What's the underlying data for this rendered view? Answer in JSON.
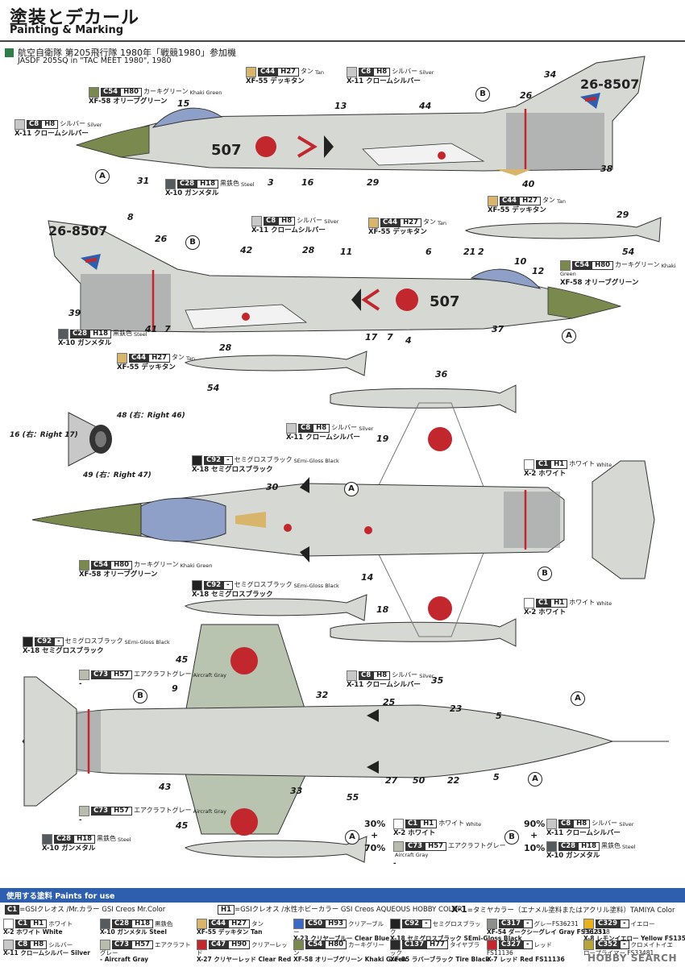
{
  "header": {
    "title_jp": "塗装とデカール",
    "title_en": "Painting & Marking",
    "unit_jp": "航空自衛隊 第205飛行隊 1980年「戦競1980」参加機",
    "unit_en": "JASDF 205SQ in \"TAC MEET 1980\", 1980"
  },
  "callouts": [
    {
      "id": "c54-top",
      "gsi": "C54",
      "h": "H80",
      "jp": "カーキグリーン",
      "en": "Khaki Green",
      "x": "XF-58 オリーブグリーン",
      "color": "#7a8a4e"
    },
    {
      "id": "c8-top-left",
      "gsi": "C8",
      "h": "H8",
      "jp": "シルバー",
      "en": "Silver",
      "x": "X-11 クロームシルバー",
      "color": "#c8c8c8"
    },
    {
      "id": "c44-top",
      "gsi": "C44",
      "h": "H27",
      "jp": "タン",
      "en": "Tan",
      "x": "XF-55 デッキタン",
      "color": "#d9b56c"
    },
    {
      "id": "c8-top-right",
      "gsi": "C8",
      "h": "H8",
      "jp": "シルバー",
      "en": "Silver",
      "x": "X-11 クロームシルバー",
      "color": "#c8c8c8"
    },
    {
      "id": "c28-top",
      "gsi": "C28",
      "h": "H18",
      "jp": "黒鉄色",
      "en": "Steel",
      "x": "X-10 ガンメタル",
      "color": "#555a5e"
    },
    {
      "id": "c44-mid",
      "gsi": "C44",
      "h": "H27",
      "jp": "タン",
      "en": "Tan",
      "x": "XF-55 デッキタン",
      "color": "#d9b56c"
    },
    {
      "id": "c8-mid",
      "gsi": "C8",
      "h": "H8",
      "jp": "シルバー",
      "en": "Silver",
      "x": "X-11 クロームシルバー",
      "color": "#c8c8c8"
    },
    {
      "id": "c44-mid2",
      "gsi": "C44",
      "h": "H27",
      "jp": "タン",
      "en": "Tan",
      "x": "XF-55 デッキタン",
      "color": "#d9b56c"
    },
    {
      "id": "c54-mid",
      "gsi": "C54",
      "h": "H80",
      "jp": "カーキグリーン",
      "en": "Khaki Green",
      "x": "XF-58 オリーブグリーン",
      "color": "#7a8a4e"
    },
    {
      "id": "c28-mid",
      "gsi": "C28",
      "h": "H18",
      "jp": "黒鉄色",
      "en": "Steel",
      "x": "X-10 ガンメタル",
      "color": "#555a5e"
    },
    {
      "id": "c44-low",
      "gsi": "C44",
      "h": "H27",
      "jp": "タン",
      "en": "Tan",
      "x": "XF-55 デッキタン",
      "color": "#d9b56c"
    },
    {
      "id": "c8-top-view",
      "gsi": "C8",
      "h": "H8",
      "jp": "シルバー",
      "en": "Silver",
      "x": "X-11 クロームシルバー",
      "color": "#c8c8c8"
    },
    {
      "id": "c92-a",
      "gsi": "C92",
      "h": "-",
      "jp": "セミグロスブラック",
      "en": "SEmi-Gloss Black",
      "x": "X-18 セミグロスブラック",
      "color": "#222222"
    },
    {
      "id": "c1-a",
      "gsi": "C1",
      "h": "H1",
      "jp": "ホワイト",
      "en": "White",
      "x": "X-2 ホワイト",
      "color": "#ffffff"
    },
    {
      "id": "c54-top-view",
      "gsi": "C54",
      "h": "H80",
      "jp": "カーキグリーン",
      "en": "Khaki Green",
      "x": "XF-58 オリーブグリーン",
      "color": "#7a8a4e"
    },
    {
      "id": "c92-b",
      "gsi": "C92",
      "h": "-",
      "jp": "セミグロスブラック",
      "en": "SEmi-Gloss Black",
      "x": "X-18 セミグロスブラック",
      "color": "#222222"
    },
    {
      "id": "c1-b",
      "gsi": "C1",
      "h": "H1",
      "jp": "ホワイト",
      "en": "White",
      "x": "X-2 ホワイト",
      "color": "#ffffff"
    },
    {
      "id": "c92-c",
      "gsi": "C92",
      "h": "-",
      "jp": "セミグロスブラック",
      "en": "SEmi-Gloss Black",
      "x": "X-18 セミグロスブラック",
      "color": "#222222"
    },
    {
      "id": "c73-a",
      "gsi": "C73",
      "h": "H57",
      "jp": "エアクラフトグレー",
      "en": "Aircraft Gray",
      "x": "-",
      "color": "#b8bcae"
    },
    {
      "id": "c8-bottom",
      "gsi": "C8",
      "h": "H8",
      "jp": "シルバー",
      "en": "Silver",
      "x": "X-11 クロームシルバー",
      "color": "#c8c8c8"
    },
    {
      "id": "c73-b",
      "gsi": "C73",
      "h": "H57",
      "jp": "エアクラフトグレー",
      "en": "Aircraft Gray",
      "x": "-",
      "color": "#b8bcae"
    },
    {
      "id": "c28-bottom",
      "gsi": "C28",
      "h": "H18",
      "jp": "黒鉄色",
      "en": "Steel",
      "x": "X-10 ガンメタル",
      "color": "#555a5e"
    }
  ],
  "part_numbers": [
    "34",
    "26",
    "15",
    "13",
    "44",
    "3",
    "16",
    "29",
    "31",
    "40",
    "38",
    "8",
    "26",
    "29",
    "54",
    "42",
    "28",
    "11",
    "6",
    "21",
    "2",
    "10",
    "12",
    "39",
    "41",
    "7",
    "17",
    "7",
    "4",
    "37",
    "28",
    "54",
    "36",
    "19",
    "30",
    "14",
    "18",
    "35",
    "45",
    "9",
    "32",
    "25",
    "23",
    "5",
    "43",
    "33",
    "55",
    "27",
    "50",
    "22",
    "5",
    "45"
  ],
  "rear_view_labels": {
    "a": "48 (右：Right 46)",
    "b": "16 (右：Right 17)",
    "c": "49 (右：Right 47)"
  },
  "tail_code": "26-8507",
  "nose_number": "507",
  "mix_a": {
    "p1": "30%",
    "p2": "70%",
    "c1": {
      "gsi": "C1",
      "h": "H1",
      "jp": "ホワイト",
      "en": "White",
      "x": "X-2 ホワイト"
    },
    "c2": {
      "gsi": "C73",
      "h": "H57",
      "jp": "エアクラフトグレー",
      "en": "Aircraft Gray",
      "x": "-"
    }
  },
  "mix_b": {
    "p1": "90%",
    "p2": "10%",
    "c1": {
      "gsi": "C8",
      "h": "H8",
      "jp": "シルバー",
      "en": "Silver",
      "x": "X-11 クロームシルバー"
    },
    "c2": {
      "gsi": "C28",
      "h": "H18",
      "jp": "黒鉄色",
      "en": "Steel",
      "x": "X-10 ガンメタル"
    }
  },
  "legend": {
    "bar_title": "使用する塗料 Paints for use",
    "note_c": "=GSIクレオス /Mr.カラー GSI Creos Mr.Color",
    "note_h": "=GSIクレオス /水性ホビーカラー GSI Creos AQUEOUS HOBBY COLOR",
    "note_x": "=タミヤカラー（エナメル塗料またはアクリル塗料）TAMIYA Color",
    "note_c_code": "C1",
    "note_h_code": "H1",
    "note_x_code": "X-1",
    "row1": [
      {
        "code": "C1",
        "h": "H1",
        "jp": "ホワイト",
        "en": "White",
        "x": "X-2 ホワイト",
        "color": "#ffffff"
      },
      {
        "code": "C28",
        "h": "H18",
        "jp": "黒鉄色",
        "en": "Steel",
        "x": "X-10 ガンメタル",
        "color": "#555a5e"
      },
      {
        "code": "C44",
        "h": "H27",
        "jp": "タン",
        "en": "Tan",
        "x": "XF-55 デッキタン",
        "color": "#d9b56c"
      },
      {
        "code": "C50",
        "h": "H93",
        "jp": "クリアーブルー",
        "en": "Clear Blue",
        "x": "X-23 クリヤーブルー",
        "color": "#3b68c4"
      },
      {
        "code": "C92",
        "h": "-",
        "jp": "セミグロスブラック",
        "en": "SEmi-Gloss Black",
        "x": "X-18 セミグロスブラック",
        "color": "#222222"
      },
      {
        "code": "C317",
        "h": "-",
        "jp": "グレーFS36231",
        "en": "Gray FS36231",
        "x": "XF-54 ダークシーグレイ",
        "color": "#8c8f8a"
      },
      {
        "code": "C329",
        "h": "-",
        "jp": "イエローFS13538",
        "en": "Yellow FS13538",
        "x": "X-8 レモンイエロー",
        "color": "#e8b21d"
      }
    ],
    "row2": [
      {
        "code": "C8",
        "h": "H8",
        "jp": "シルバー",
        "en": "Silver",
        "x": "X-11 クロームシルバー",
        "color": "#c8c8c8"
      },
      {
        "code": "C73",
        "h": "H57",
        "jp": "エアクラフトグレー",
        "en": "Aircraft Gray",
        "x": "-",
        "color": "#b8bcae"
      },
      {
        "code": "C47",
        "h": "H90",
        "jp": "クリアーレッド",
        "en": "Clear Red",
        "x": "X-27 クリヤーレッド",
        "color": "#c1272d"
      },
      {
        "code": "C54",
        "h": "H80",
        "jp": "カーキグリーン",
        "en": "Khaki Green",
        "x": "XF-58 オリーブグリーン",
        "color": "#7a8a4e"
      },
      {
        "code": "C137",
        "h": "H77",
        "jp": "タイヤブラック",
        "en": "Tire Black",
        "x": "XF-85 ラバーブラック",
        "color": "#2a2a2a"
      },
      {
        "code": "C327",
        "h": "-",
        "jp": "レッド FS11136",
        "en": "Red FS11136",
        "x": "X-7 レッド",
        "color": "#c1272d"
      },
      {
        "code": "C352",
        "h": "-",
        "jp": "クロメイトイエロープライマー FS33481",
        "en": "",
        "x": "",
        "color": "#b6a53a"
      }
    ]
  },
  "watermark": "HOBBY SEARCH"
}
